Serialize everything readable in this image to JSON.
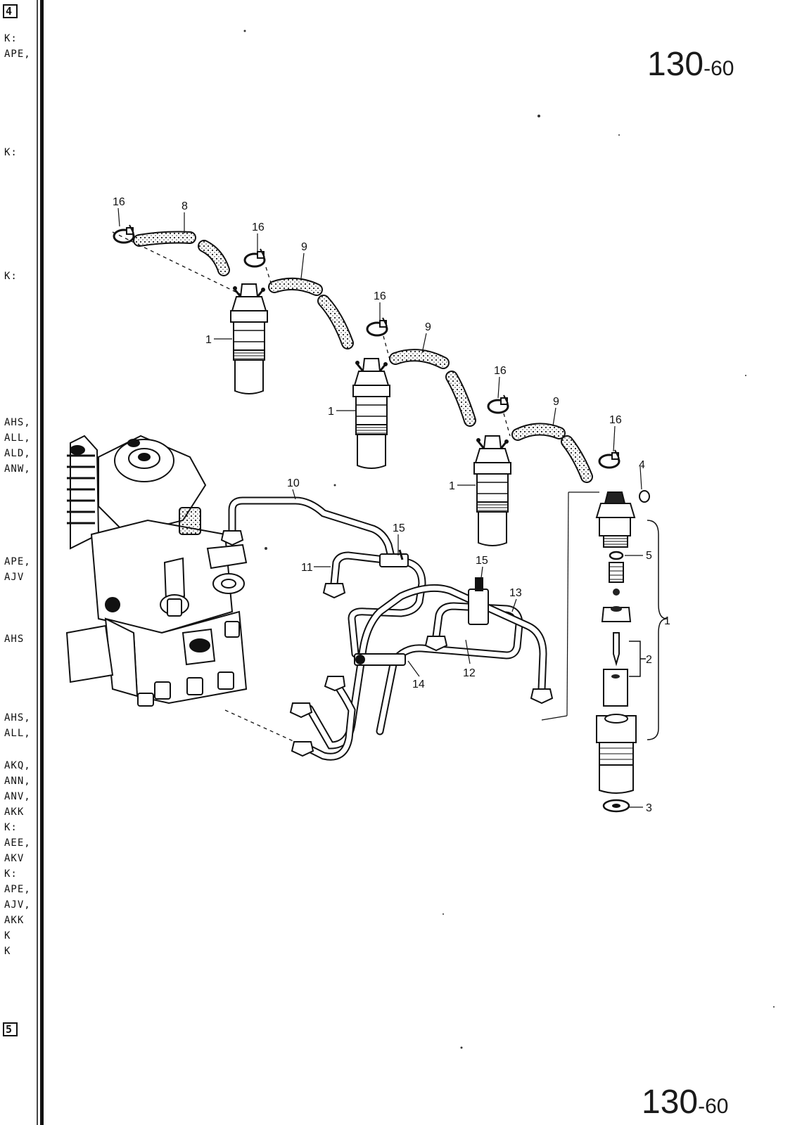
{
  "page": {
    "top_number_main": "130",
    "top_number_sub": "-60",
    "bottom_number_main": "130",
    "bottom_number_sub": "-60"
  },
  "left_column": {
    "box_top": "4",
    "box_bottom": "5",
    "codes": [
      "K:",
      "APE,",
      "K:",
      "K:",
      "AHS,",
      "ALL,",
      "ALD,",
      "ANW,",
      "APE,",
      "AJV",
      "AHS",
      "AHS,",
      "ALL,",
      "AKQ,",
      "ANN,",
      "ANV,",
      "AKK",
      "K:",
      "AEE,",
      "AKV",
      "K:",
      "APE,",
      "AJV,",
      "AKK",
      "K",
      "K"
    ]
  },
  "callouts": {
    "c1a": "1",
    "c1b": "1",
    "c1c": "1",
    "c1d": "1",
    "c2": "2",
    "c3": "3",
    "c4": "4",
    "c5": "5",
    "c8": "8",
    "c9a": "9",
    "c9b": "9",
    "c9c": "9",
    "c10": "10",
    "c11": "11",
    "c12": "12",
    "c13": "13",
    "c14": "14",
    "c15a": "15",
    "c15b": "15",
    "c16a": "16",
    "c16b": "16",
    "c16c": "16",
    "c16d": "16",
    "c16e": "16"
  }
}
